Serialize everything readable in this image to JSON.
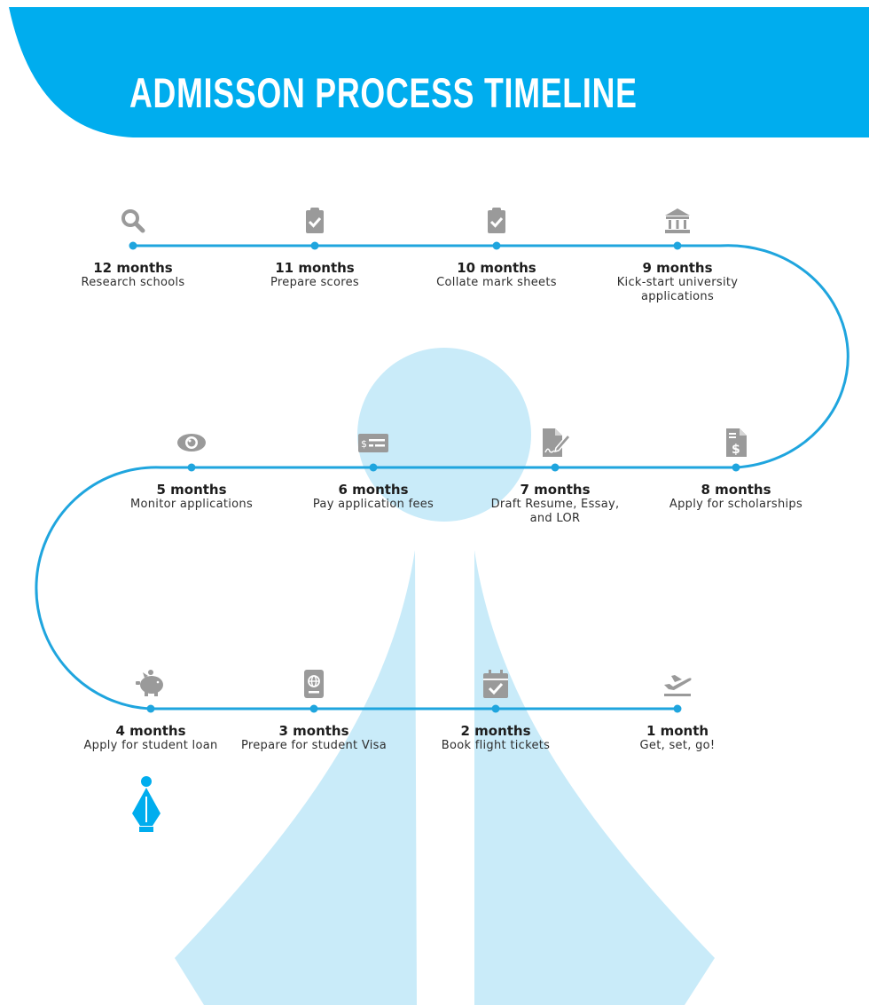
{
  "header": {
    "title": "ADMISSON PROCESS TIMELINE"
  },
  "colors": {
    "accent": "#00adee",
    "track": "#1fa5de",
    "icon_gray": "#9a9a9a",
    "background_shape": "#c9ebf9"
  },
  "timeline": {
    "rows": [
      [
        {
          "months": "12 months",
          "task": "Research schools",
          "icon": "search-icon"
        },
        {
          "months": "11 months",
          "task": "Prepare scores",
          "icon": "clipboard-check-icon"
        },
        {
          "months": "10 months",
          "task": "Collate mark sheets",
          "icon": "clipboard-check-icon"
        },
        {
          "months": "9 months",
          "task": "Kick-start university applications",
          "icon": "university-icon"
        }
      ],
      [
        {
          "months": "5 months",
          "task": "Monitor applications",
          "icon": "eye-icon"
        },
        {
          "months": "6 months",
          "task": "Pay application fees",
          "icon": "money-check-icon"
        },
        {
          "months": "7 months",
          "task": "Draft Resume, Essay, and LOR",
          "icon": "signature-icon"
        },
        {
          "months": "8 months",
          "task": "Apply for scholarships",
          "icon": "invoice-dollar-icon"
        }
      ],
      [
        {
          "months": "4 months",
          "task": "Apply for student loan",
          "icon": "piggy-bank-icon"
        },
        {
          "months": "3 months",
          "task": "Prepare for student Visa",
          "icon": "passport-icon"
        },
        {
          "months": "2 months",
          "task": "Book  flight tickets",
          "icon": "calendar-check-icon"
        },
        {
          "months": "1 month",
          "task": "Get, set, go!",
          "icon": "plane-departure-icon"
        }
      ]
    ],
    "end_icon": "pen-nib-icon"
  }
}
